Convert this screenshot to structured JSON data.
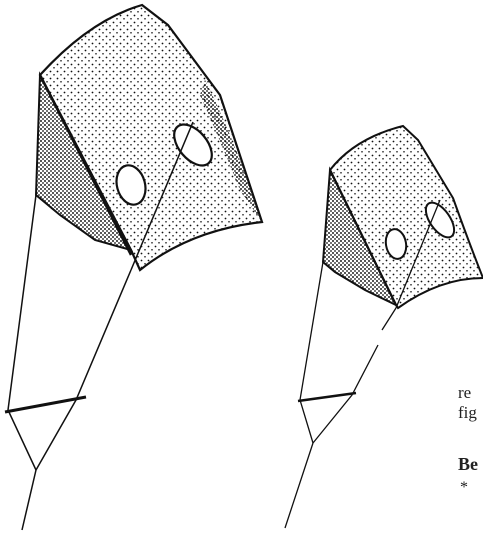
{
  "page": {
    "background": "#ffffff",
    "ink_color": "#111111",
    "illustration": {
      "subject": "two-kite-drawings",
      "kites": [
        {
          "name": "large-kite",
          "vents": 2
        },
        {
          "name": "small-kite",
          "vents": 2
        }
      ]
    },
    "text_fragments": [
      "re",
      "fig",
      "Be",
      "*"
    ]
  }
}
